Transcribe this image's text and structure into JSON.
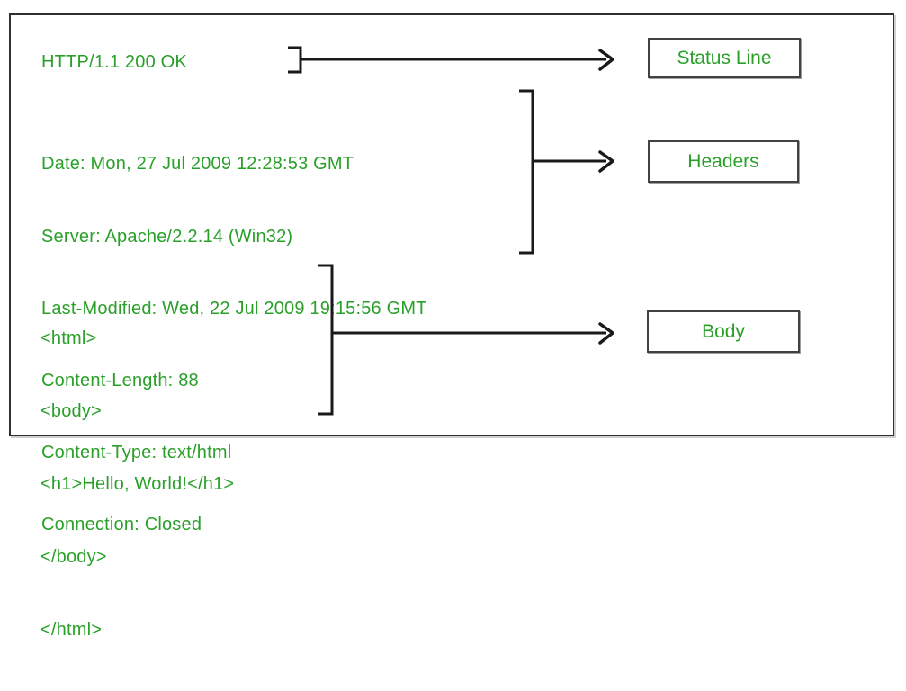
{
  "response": {
    "status_line": "HTTP/1.1 200 OK",
    "headers": [
      "Date: Mon, 27 Jul 2009 12:28:53 GMT",
      "Server: Apache/2.2.14 (Win32)",
      "Last-Modified: Wed, 22 Jul 2009 19:15:56 GMT",
      "Content-Length: 88",
      "Content-Type: text/html",
      "Connection: Closed"
    ],
    "body": [
      "<html>",
      "<body>",
      "<h1>Hello, World!</h1>",
      "</body>",
      "</html>"
    ]
  },
  "labels": {
    "status_line": "Status Line",
    "headers": "Headers",
    "body": "Body"
  },
  "colors": {
    "text_green": "#2aa02a",
    "line_ink": "#1a1a1a",
    "box_border": "#424242",
    "frame_border": "#2f2f2f",
    "background": "#ffffff"
  }
}
